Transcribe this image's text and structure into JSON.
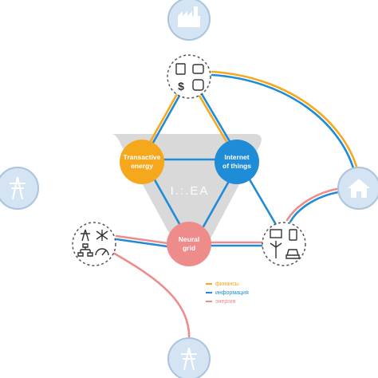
{
  "brand": {
    "text": "I.:.EA"
  },
  "hubs": {
    "transactive": {
      "label_line1": "Transactive",
      "label_line2": "energy",
      "color": "#F6A81C"
    },
    "iot": {
      "label_line1": "Internet",
      "label_line2": "of things",
      "color": "#1E8CD6"
    },
    "neural": {
      "label_line1": "Neural",
      "label_line2": "grid",
      "color": "#EE8B8B"
    }
  },
  "icons": {
    "factory": "factory-icon",
    "tower_left": "power-tower-icon",
    "tower_bottom": "power-tower-icon",
    "house": "house-icon",
    "finance_cluster": [
      "meter-icon",
      "robot-icon",
      "dollar-icon",
      "socket-icon"
    ],
    "generation_cluster": [
      "solar-panel-icon",
      "battery-icon",
      "wind-turbine-icon",
      "car-icon"
    ],
    "grid_cluster": [
      "pylon-icon",
      "transformer-icon",
      "network-icon",
      "gauge-icon"
    ]
  },
  "legend": [
    {
      "label": "финансы",
      "color": "#F6A81C"
    },
    {
      "label": "информация",
      "color": "#1E8CD6"
    },
    {
      "label": "энергия",
      "color": "#EE8B8B"
    }
  ],
  "colors": {
    "node_fill": "#D5E4F2",
    "node_ring": "#A9C4DE",
    "icon": "#FFFFFF",
    "dark": "#333333",
    "wedge": "#D9D9D9"
  }
}
